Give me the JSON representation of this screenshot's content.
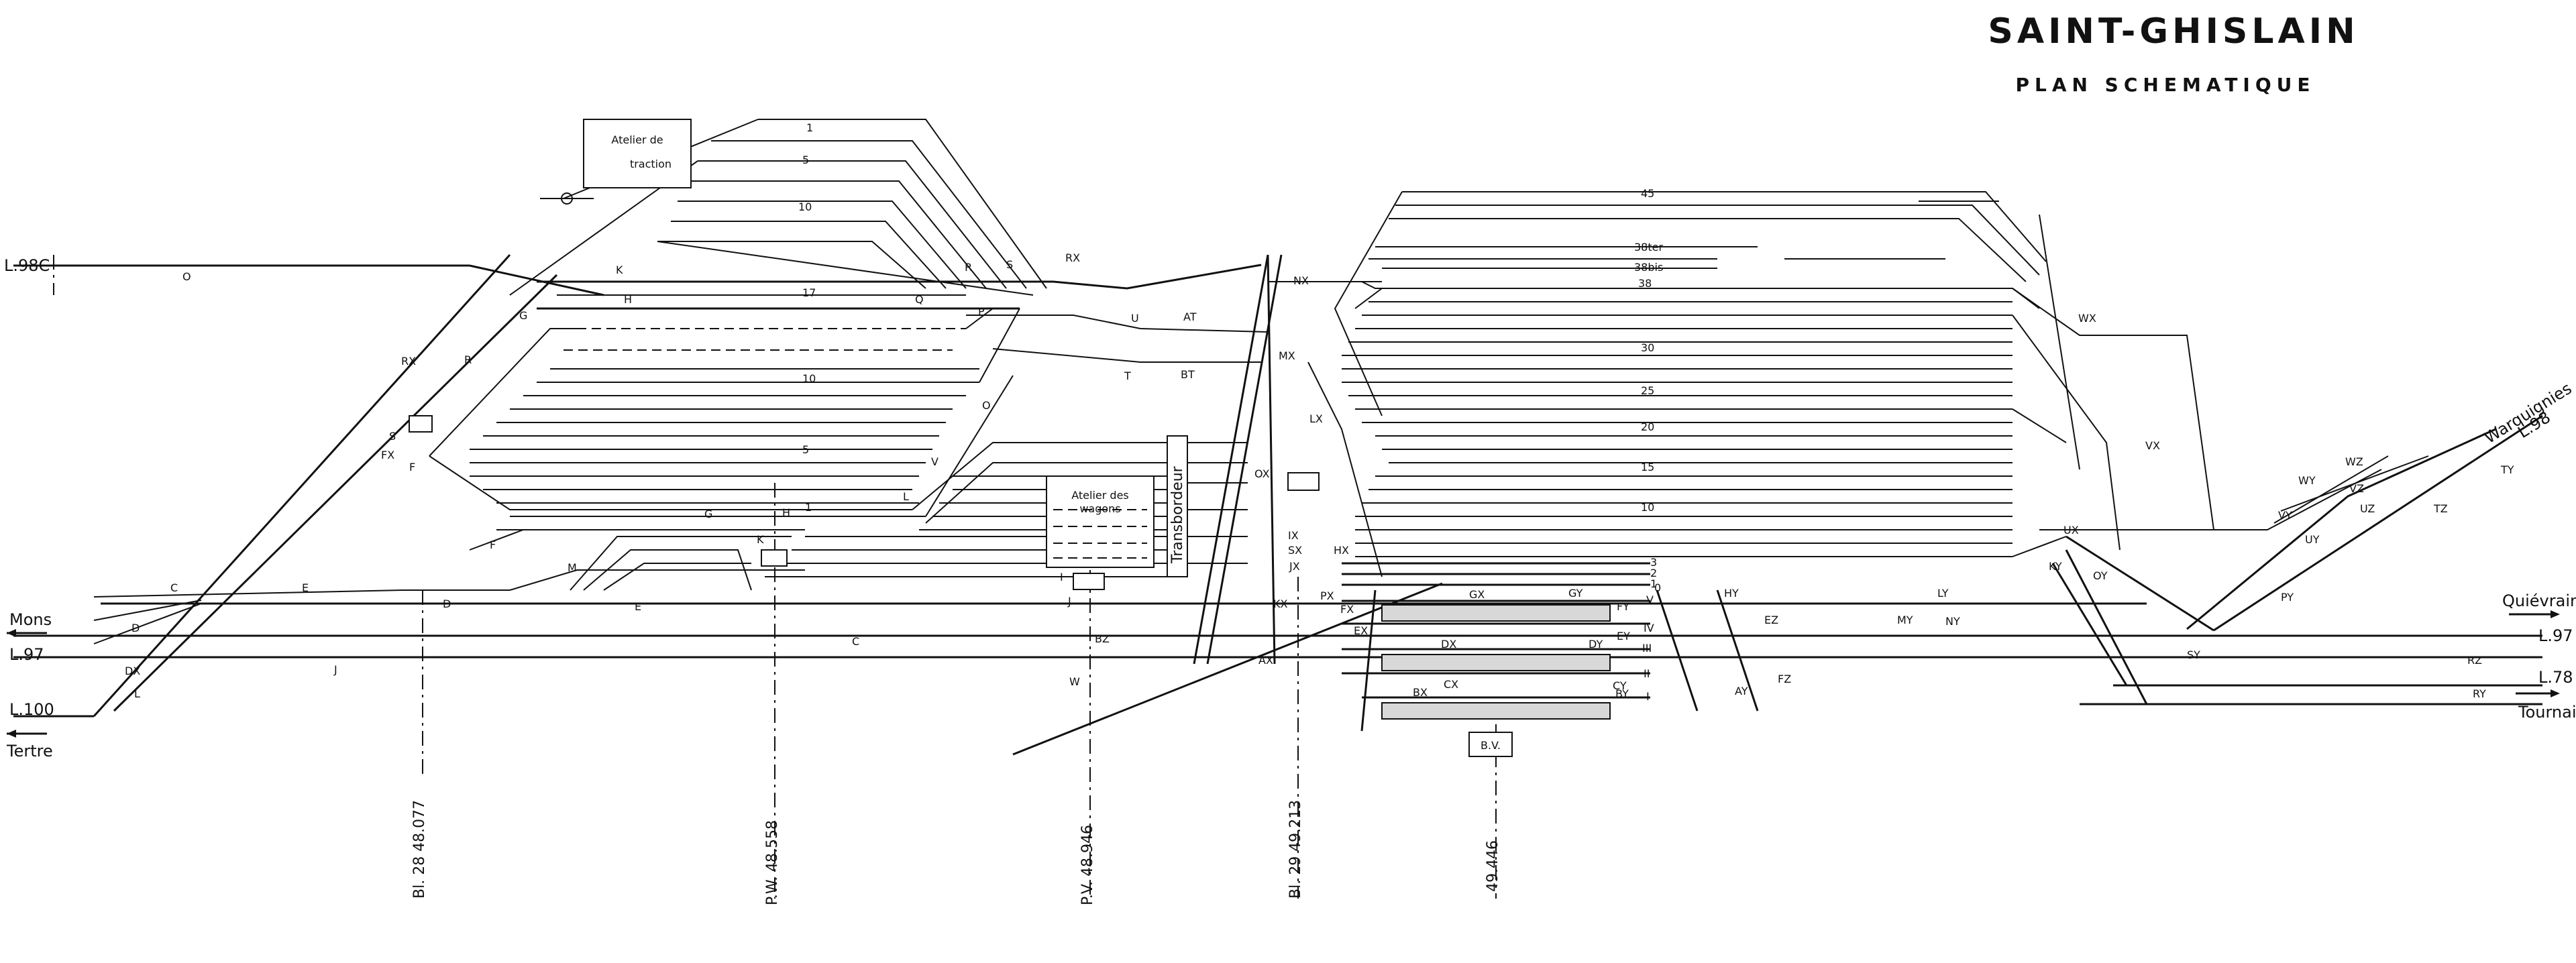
{
  "header": {
    "title": "SAINT-GHISLAIN",
    "subtitle": "PLAN SCHEMATIQUE"
  },
  "buildings": {
    "traction": [
      "Atelier de",
      "traction"
    ],
    "wagons": [
      "Atelier des",
      "wagons"
    ],
    "transbordeur": "Transbordeur",
    "bv": "B.V."
  },
  "lines": {
    "l98c": "L.98C",
    "mons": "Mons",
    "l97_left": "L.97",
    "l100": "L.100",
    "tertre": "Tertre",
    "warquignies": "Warquignies",
    "l98": "L.98",
    "quievrain": "Quiévrain",
    "l97_right": "L.97",
    "l78": "L.78",
    "tournai": "Tournai"
  },
  "track_numbers": {
    "t1_upper": "1",
    "t5_upper": "5",
    "t10_upper": "10",
    "t17": "17",
    "t10_mid": "10",
    "t5_mid": "5",
    "t1_mid": "1",
    "t45": "45",
    "t38ter": "38ter",
    "t38bis": "38bis",
    "t38": "38",
    "t30": "30",
    "t25": "25",
    "t20": "20",
    "t15": "15",
    "t10_right": "10",
    "t3": "3",
    "t2": "2",
    "t1_right": "1",
    "t0": "0",
    "tV": "V",
    "tIV": "IV",
    "tIII": "III",
    "tII": "II",
    "tI": "I"
  },
  "switches": {
    "O": "O",
    "K": "K",
    "H_up": "H",
    "G_up": "G",
    "R_mid": "R",
    "S": "S",
    "RX_up": "RX",
    "Q": "Q",
    "P": "P",
    "O_mid": "O",
    "RX_left": "RX",
    "R_left": "R",
    "S_left": "S",
    "FX_left": "FX",
    "F_left": "F",
    "V_sw": "V",
    "L_sw": "L",
    "G_low": "G",
    "H_low": "H",
    "K_low": "K",
    "F_low": "F",
    "M": "M",
    "C_up": "C",
    "E_up": "E",
    "D_up": "D",
    "E_low": "E",
    "D_left": "D",
    "DX_left": "DX",
    "L_left": "L",
    "C_low": "C",
    "J_low": "J",
    "U": "U",
    "AT": "AT",
    "T": "T",
    "BT": "BT",
    "NX": "NX",
    "MX": "MX",
    "LX": "LX",
    "OX": "OX",
    "IX": "IX",
    "SX": "SX",
    "HX": "HX",
    "JX": "JX",
    "KX": "KX",
    "PX": "PX",
    "FX_mid": "FX",
    "EX": "EX",
    "BZ": "BZ",
    "W": "W",
    "AX": "AX",
    "I": "I",
    "J_mid": "J",
    "GX": "GX",
    "GY": "GY",
    "FY": "FY",
    "EY": "EY",
    "DX_mid": "DX",
    "DY": "DY",
    "CX": "CX",
    "CY": "CY",
    "BX": "BX",
    "BY": "BY",
    "HY": "HY",
    "EZ": "EZ",
    "FZ": "FZ",
    "AY": "AY",
    "LY": "LY",
    "MY": "MY",
    "NY": "NY",
    "KY": "KY",
    "UX": "UX",
    "OY": "OY",
    "PY": "PY",
    "SY": "SY",
    "RZ": "RZ",
    "RY": "RY",
    "WX": "WX",
    "VX": "VX",
    "WY": "WY",
    "WZ": "WZ",
    "VY": "VY",
    "VZ": "VZ",
    "UY": "UY",
    "UZ": "UZ",
    "TZ": "TZ",
    "TY": "TY"
  },
  "kilometres": {
    "km1": "Bl. 28  48.077",
    "km2": "P.W.  48.558",
    "km3": "P.V.  48.946",
    "km4": "Bl. 29  49.213",
    "km5": "49.446"
  }
}
